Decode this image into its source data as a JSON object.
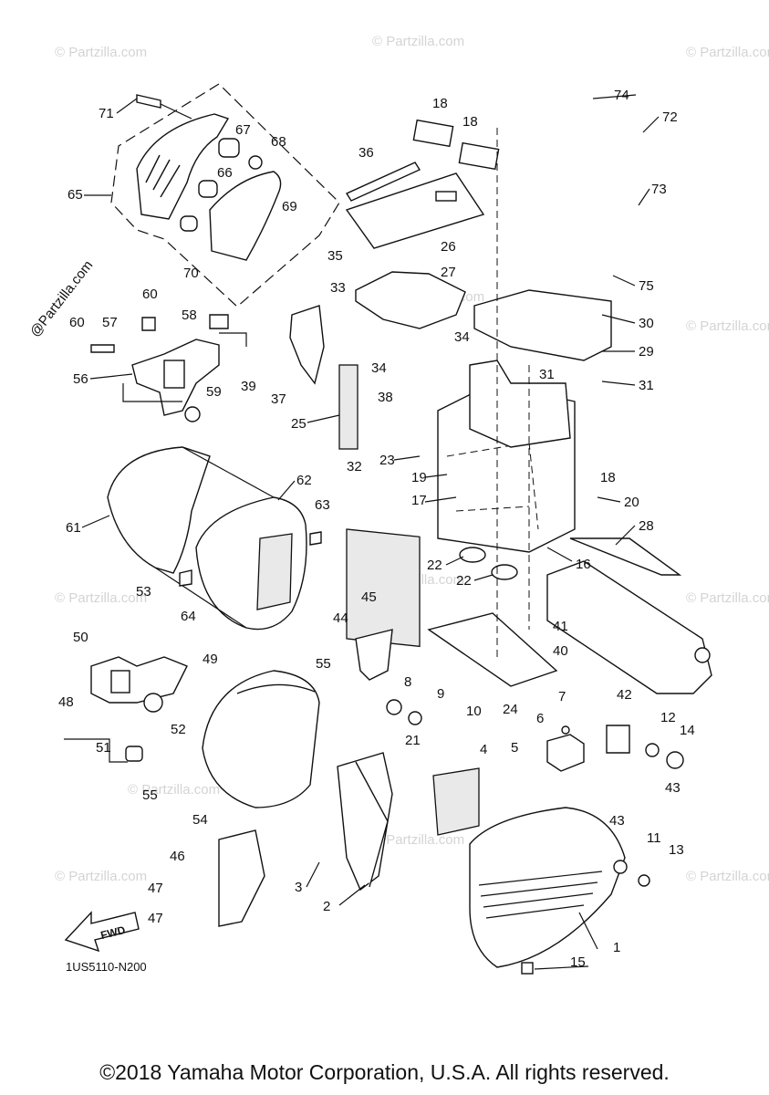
{
  "diagram": {
    "code": "1US5110-N200",
    "copyright": "©2018 Yamaha Motor Corporation, U.S.A. All rights reserved.",
    "direction_arrow": "FWD",
    "watermark": "© Partzilla.com",
    "watermark_rotated": "@Partzilla.com",
    "callouts": [
      "1",
      "2",
      "3",
      "4",
      "5",
      "6",
      "7",
      "8",
      "9",
      "10",
      "11",
      "12",
      "13",
      "14",
      "15",
      "16",
      "17",
      "18",
      "18",
      "18",
      "19",
      "20",
      "21",
      "22",
      "22",
      "23",
      "24",
      "25",
      "26",
      "27",
      "28",
      "29",
      "30",
      "31",
      "31",
      "32",
      "33",
      "34",
      "34",
      "35",
      "36",
      "37",
      "38",
      "39",
      "40",
      "41",
      "42",
      "43",
      "43",
      "44",
      "45",
      "46",
      "47",
      "47",
      "48",
      "49",
      "50",
      "51",
      "52",
      "53",
      "54",
      "55",
      "55",
      "56",
      "57",
      "58",
      "59",
      "60",
      "60",
      "61",
      "62",
      "63",
      "64",
      "65",
      "66",
      "67",
      "68",
      "69",
      "70",
      "71",
      "72",
      "73",
      "74",
      "75"
    ]
  }
}
